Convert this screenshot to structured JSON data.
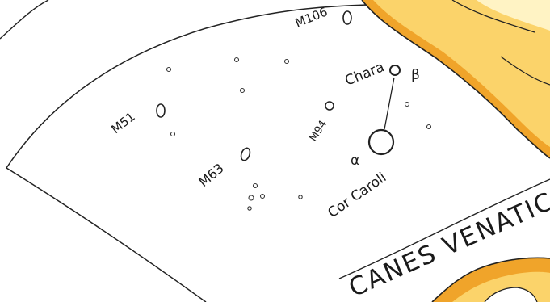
{
  "map": {
    "constellation_name": "CANES VENATICI",
    "stars": [
      {
        "label": "Cor Caroli",
        "designation": "α"
      },
      {
        "label": "Chara",
        "designation": "β"
      }
    ],
    "objects": [
      {
        "label": "M106"
      },
      {
        "label": "M51"
      },
      {
        "label": "M94"
      },
      {
        "label": "M63"
      }
    ]
  },
  "colors": {
    "paper": "#ffffff",
    "ink": "#1a1a1a",
    "hand_outer": "#f0a42a",
    "hand_inner": "#fbd36a",
    "hand_highlight": "#fff3c4"
  }
}
